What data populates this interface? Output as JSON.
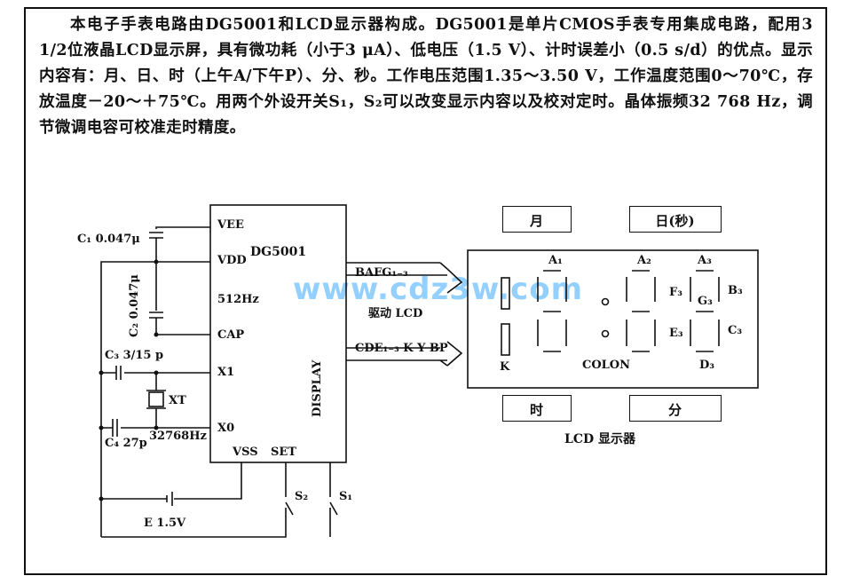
{
  "description_text": "本电子手表电路由DG5001和LCD显示器构成。DG5001是单片CMOS手表专用集成电路，配用3 1/2位液晶LCD显示屏，具有微功耗（小于3 μA）、低电压（1.5 V）、计时误差小（0.5 s/d）的优点。显示内容有：月、日、时（上午A/下午P）、分、秒。工作电压范围1.35～3.50 V，工作温度范围0～70℃，存放温度－20～＋75℃。用两个外设开关S₁，S₂可以改变显示内容以及校对定时。晶体振频32 768 Hz，调节微调电容可校准走时精度。",
  "ic": {
    "name": "DG5001",
    "pins_left": [
      "VEE",
      "VDD",
      "512Hz",
      "CAP",
      "X1",
      "X0"
    ],
    "pin_bottom_vss": "VSS",
    "pin_bottom_set": "SET",
    "pin_display": "DISPLAY"
  },
  "components": {
    "c1": "C₁ 0.047μ",
    "c2": "C₂ 0.047μ",
    "c3": "C₃ 3/15 p",
    "c4": "C₄ 27p",
    "xt": "XT",
    "xt_freq": "32768Hz",
    "battery": "E 1.5V",
    "s1": "S₁",
    "s2": "S₂"
  },
  "bus": {
    "top_label": "BAFG₁₋₃",
    "top_sub": "驱动 LCD",
    "bottom_label": "CDE₁₋₃ K Y BP"
  },
  "lcd": {
    "caption": "LCD 显示器",
    "label_month": "月",
    "label_day": "日(秒)",
    "label_hour": "时",
    "label_minute": "分",
    "seg_a1": "A₁",
    "seg_a2": "A₂",
    "seg_a3": "A₃",
    "seg_b3": "B₃",
    "seg_c3": "C₃",
    "seg_d3": "D₃",
    "seg_e3": "E₃",
    "seg_f3": "F₃",
    "seg_g3": "G₃",
    "seg_k": "K",
    "colon": "COLON"
  },
  "watermark": "www.cdz3w.com"
}
